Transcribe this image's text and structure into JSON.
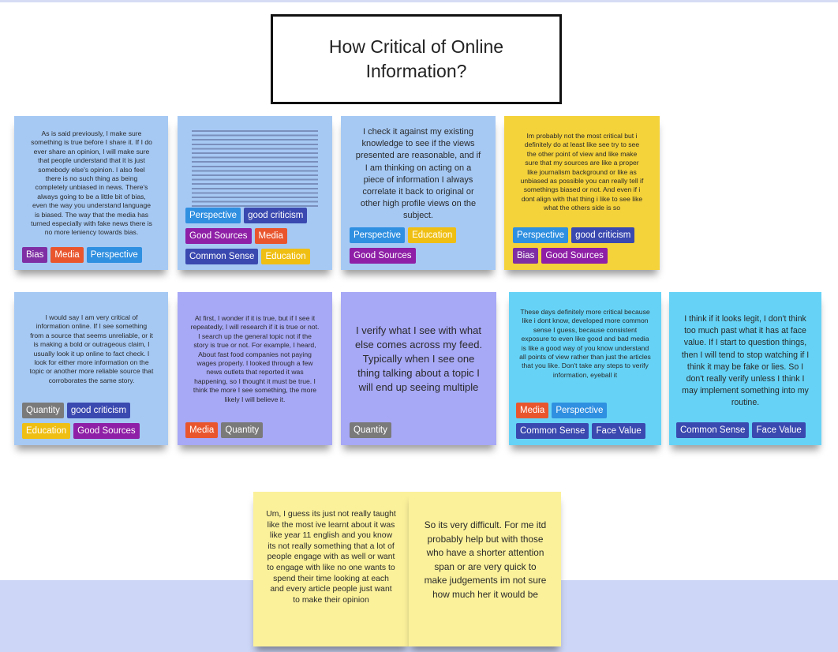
{
  "board": {
    "title": "How Critical of Online\nInformation?"
  },
  "tag_colors": {
    "Bias": "#7f2ea3",
    "Media": "#e9562e",
    "Perspective": "#2f8fe0",
    "good criticism": "#3a49b0",
    "Good Sources": "#8e1fa6",
    "Common Sense": "#3a49b0",
    "Education": "#f0bf14",
    "Quantity": "#7a7a7a",
    "Face Value": "#3a49b0"
  },
  "notes": [
    {
      "id": "n1",
      "text": "As is said previously, I make sure something is true before I share it. If I do ever share an opinion, I will make sure that people understand that it is just somebody else's opinion. I also feel there is no such thing as being completely unbiased in news. There's always going to be a little bit of bias, even the way you understand language is biased. The way that the media has turned especially with fake news there is no more leniency towards bias.",
      "tags": [
        "Bias",
        "Media",
        "Perspective"
      ]
    },
    {
      "id": "n2",
      "text": "I would say I am very critical of information online. If I see something from a source that seems unreliable, or it is making a bold or outrageous claim, I usually look it up online to fact check. I look for either more information on the topic or another more reliable source that corroborates the same story.",
      "tags": [
        "Quantity",
        "good criticism",
        "Education",
        "Good Sources"
      ]
    },
    {
      "id": "n3",
      "text": "I check it against my existing knowledge to see if the views presented are reasonable, and if I am thinking on acting on a piece of information I always correlate it back to original or other high profile views on the subject.",
      "tags": [
        "Perspective",
        "Education",
        "Good Sources"
      ]
    },
    {
      "id": "n4",
      "text": "Im probably not the most critical but i definitely do at least like see try to see the other point of view and like make sure that my sources are like a proper like journalism background or like as unbiased as possible you can really tell if somethings biased or not. And even if i dont align with that thing i like to see like what the others side is so",
      "tags": [
        "Perspective",
        "good criticism",
        "Bias",
        "Good Sources"
      ]
    },
    {
      "id": "n5",
      "text": "At first, I wonder if it is true, but if I see it repeatedly, I will research if it is true or not. I search up the general topic not if the story is true or not. For example, I heard, About fast food companies not paying wages properly. I looked through a few news outlets that reported it was happening, so I thought it must be true. I think the more I see something, the more likely I will believe it.",
      "tags": [
        "Media",
        "Quantity"
      ]
    },
    {
      "id": "n6",
      "text": "I verify what I see with what else comes across my feed. Typically when I see one thing talking about a topic I will end up seeing multiple",
      "tags": [
        "Quantity"
      ]
    },
    {
      "id": "n7",
      "text": "These days definitely more critical because like i dont know, developed more common sense I guess, because consistent exposure to even like good and bad media is like a good way of you know understand all points of view rather than just the articles that you like. Don't take any steps to verify information, eyeball it",
      "tags": [
        "Media",
        "Perspective",
        "Common Sense",
        "Face Value"
      ]
    },
    {
      "id": "n8",
      "text": "I think if it looks legit, I don't think too much past what it has at face value. If I start to question things, then I will tend to stop watching if I think it may be fake or lies. So I don't really verify unless I think I may implement something into my routine.",
      "tags": [
        "Common Sense",
        "Face Value"
      ]
    },
    {
      "id": "n9",
      "text": "Um, I guess its just not really taught like the most ive learnt about it was like year 11 english and you know its not really something that a lot of people engage with as well or want to engage with like no one wants to spend their time looking at each and every article people just want to make their opinion",
      "tags": []
    },
    {
      "id": "n10",
      "text": "So its very difficult. For me itd probably help but with those who have a shorter attention span or are very quick to make judgements im not sure how much her it would be",
      "tags": []
    }
  ],
  "dense_note": {
    "id": "n-dense",
    "tags": [
      "Perspective",
      "good criticism",
      "Good Sources",
      "Media",
      "Common Sense",
      "Education"
    ]
  }
}
